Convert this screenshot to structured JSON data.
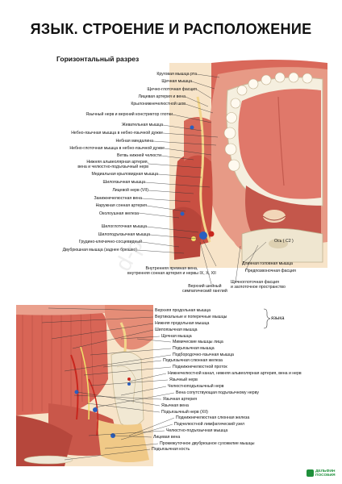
{
  "title": "ЯЗЫК. СТРОЕНИЕ И РАСПОЛОЖЕНИЕ",
  "subtitle": "Горизонтальный разрез",
  "top_labels": [
    "Круговая мышца рта",
    "Щечная мышца",
    "Щечно-глоточная фасция",
    "Лицевая артерия и вена",
    "Крылонижнечелюстной шов",
    "Язычный нерв и верхний констриктор глотки",
    "Жевательная мышца",
    "Небно-язычная мышца в небно-язычной дужке",
    "Небная миндалина",
    "Небно-глоточная мышца в небно-язычной дужке",
    "Ветвь нижней челюсти",
    "Нижняя альвеолярная артерия,",
    "вена и челюстно-подъязычный нерв",
    "Медиальная крыловидная мышца",
    "Шилоязычная мышца",
    "Лицевой нерв (VII)",
    "Занижнечелюстная вена",
    "Наружная сонная артерия",
    "Околоушная железа",
    "Шилоглоточная мышца",
    "Шилоподъязычная мышца",
    "Грудино-ключично-сосцевидный",
    "Двубрюшная мышца (заднее брюшко)"
  ],
  "top_bottom_labels": {
    "vessels": "Внутренняя яремная вена,\nвнутренняя сонная артерия и нервы IX, X, XII",
    "ganglion": "Верхний шейный\nсимпатический ганглий",
    "space": "Щечноглоточная фасция\nи заглоточное пространство",
    "longus": "Длинная головная мышца",
    "prevertebral": "Предпозвоночная фасция",
    "axis": "Ось ( C2 )"
  },
  "bottom_labels": [
    "Верхняя продольная мышца",
    "Вертикальные и поперечные мышцы",
    "Нижняя продольная мышца",
    "Шилоязычная мышца",
    "Щечная мышца",
    "Мимические мышцы лица",
    "Подъязычная мышца",
    "Подбородочно-язычная мышца",
    "Подъязычная слюнная железа",
    "Поднижнечелюстной проток",
    "Нижнечелюстной канал, нижняя альвеолярная артерия, вена и нерв",
    "Язычный нерв",
    "Челюстноподъязычный нерв",
    "Вена сопутствующая подъязычному нерву",
    "Язычная артерия",
    "Язычная вена",
    "Подъязычный нерв (XII)",
    "Поднижнечелюстная слюнная железа",
    "Подчелюстной лимфатический узел",
    "Челюстно-подъязычная мышца",
    "Лицевая вена",
    "Промежуточное двубрюшное сухожилие мышцы",
    "Подъязычная кость"
  ],
  "brace_label": "языка",
  "logo_text": "ДЕЛЬФИН\nПОСОБИЯ",
  "colors": {
    "muscle": "#c9574a",
    "muscle_light": "#e28b74",
    "fat": "#f3d58a",
    "tongue": "#e9877a",
    "bone": "#efe8d6",
    "tooth": "#f7f3e6",
    "vein": "#2a5fbf",
    "artery": "#c8261e",
    "nerve": "#f1e36a"
  }
}
